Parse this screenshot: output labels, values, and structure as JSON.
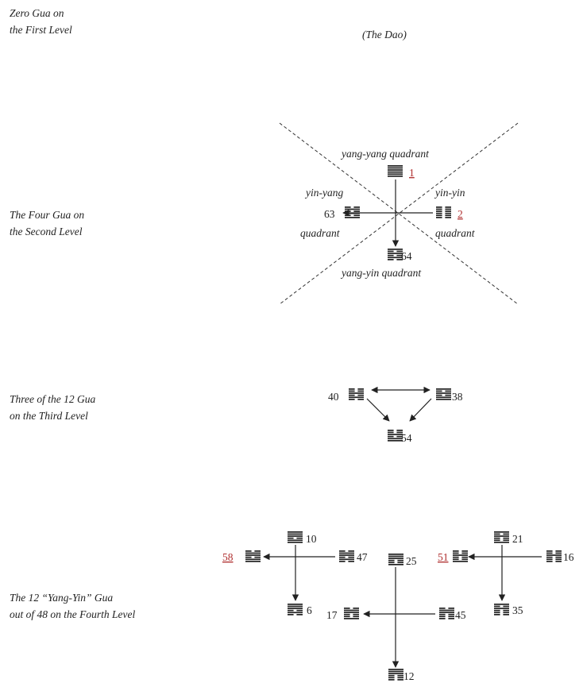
{
  "levels": {
    "first": [
      "Zero Gua on",
      "the First Level"
    ],
    "second": [
      "The Four Gua on",
      "the Second Level"
    ],
    "third": [
      "Three of the 12 Gua",
      "on the Third Level"
    ],
    "fourth": [
      "The 12 “Yang-Yin” Gua",
      "out of 48 on the Fourth Level"
    ]
  },
  "dao": "(The Dao)",
  "quadrants": {
    "yang_yang": "yang-yang quadrant",
    "yin_yang_1": "yin-yang",
    "yin_yang_2": "quadrant",
    "yin_yin_1": "yin-yin",
    "yin_yin_2": "quadrant",
    "yang_yin": "yang-yin quadrant"
  },
  "numbers": {
    "g1": "1",
    "g2": "2",
    "g63": "63",
    "g64": "64",
    "g40": "40",
    "g38": "38",
    "g54": "54",
    "g10": "10",
    "g58": "58",
    "g47": "47",
    "g6": "6",
    "g25": "25",
    "g17": "17",
    "g45": "45",
    "g12": "12",
    "g21": "21",
    "g51": "51",
    "g16": "16",
    "g35": "35"
  },
  "colors": {
    "ink": "#222222",
    "link": "#b03030"
  }
}
